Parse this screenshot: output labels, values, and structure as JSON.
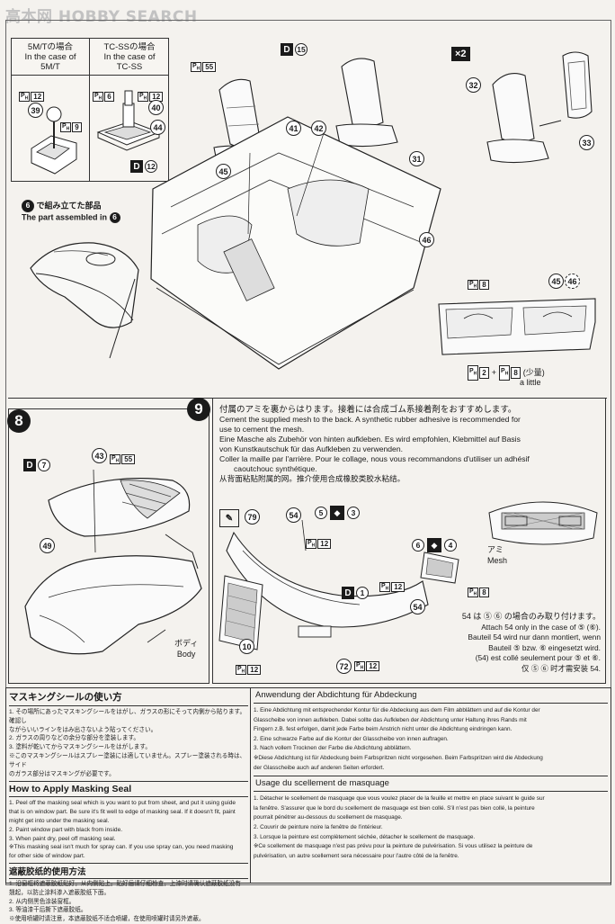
{
  "watermark": "高本网 HOBBY SEARCH",
  "transmission_table": {
    "col1_ja": "5M/Tの場合",
    "col1_en_line1": "In the case of",
    "col1_en_line2": "5M/T",
    "col2_ja": "TC-SSの場合",
    "col2_en_line1": "In the case of",
    "col2_en_line2": "TC-SS",
    "part_39": "39",
    "ph_12_a": "12",
    "ph_9": "9",
    "ph_6": "6",
    "ph_12_b": "12",
    "part_40": "40",
    "part_44": "44",
    "d_tag": "D",
    "d_12": "12"
  },
  "top_section": {
    "part_assembled_ja": "で組み立てた部品",
    "part_assembled_en": "The part assembled in",
    "step_ref": "6",
    "d_tag": "D",
    "d_15": "15",
    "ph_55": "55",
    "part_41": "41",
    "part_42": "42",
    "part_45": "45",
    "part_31": "31",
    "part_46": "46",
    "x2": "×2",
    "part_32": "32",
    "part_33": "33",
    "ph_8": "8",
    "part_45_46_a": "45",
    "part_45_46_b": "46",
    "ph_2": "2",
    "ph_8_b": "8",
    "little_ja": "(少量)",
    "little_en": "a little"
  },
  "step8": {
    "number": "8",
    "d_tag": "D",
    "d_7": "7",
    "part_43": "43",
    "ph_55": "55",
    "part_49": "49",
    "body_ja": "ボディ",
    "body_en": "Body"
  },
  "step9": {
    "number": "9",
    "lines": [
      "付属のアミを裏からはります。接着には合成ゴム系接着剤をおすすめします。",
      "Cement the supplied mesh to the back.  A synthetic rubber adhesive is recommended for",
      "use to cement the mesh.",
      "Eine Masche als Zubehör von hinten aufkleben.  Es wird empfohlen, Klebmittel auf Basis",
      "von Kunstkautschuk für das Aufkleben zu verwenden.",
      "Coller la maille par l'arrière.  Pour le collage, nous vous recommandons d'utiliser un adhésif",
      "caoutchouc synthétique.",
      "从背面粘贴附属的网。推介使用合成橡胶类胶水粘结。"
    ],
    "part_79": "79",
    "part_54": "54",
    "ph_12": "12",
    "part_5": "5",
    "step_3": "3",
    "part_6": "6",
    "step_4": "4",
    "mesh_ja": "アミ",
    "mesh_en": "Mesh",
    "ph_12_b": "12",
    "ph_8": "8",
    "part_54_b": "54",
    "d_tag": "D",
    "d_1": "1",
    "part_10": "10",
    "ph_12_c": "12",
    "part_72": "72",
    "ph_12_d": "12",
    "attach_lines": [
      "54 は ⑤ ⑥ の場合のみ取り付けます。",
      "Attach 54 only in the case of ⑤ (⑥).",
      "Bauteil 54 wird nur dann montiert, wenn",
      "Bauteil ⑤ bzw. ⑥ eingesetzt wird.",
      "(54) est collé seulement pour ⑤ et ⑥.",
      "仅 ⑤ ⑥ 时才需安装 54."
    ]
  },
  "masking_left": {
    "title_ja": "マスキングシールの使い方",
    "ja_lines": [
      "1. その場所にあったマスキングシールをはがし、ガラスの形にそって内側から貼ります。確認し",
      "   ながらいいラインをはみ出さないよう貼ってください。",
      "2. ガラスの周りなどの余分な部分を塗装します。",
      "3. 塗料が乾いてからマスキングシールをはがします。",
      "※このマスキングシールはスプレー塗装には適していません。スプレー塗装される時は、サイド",
      "  のガラス部分はマスキングが必要です。"
    ],
    "title_en": "How to Apply Masking Seal",
    "en_lines": [
      "1. Peel off the masking seal which is you want to put from sheet, and put it using guide",
      "   that is on window part. Be sure it's fit well to edge of masking seal. If it doesn't fit, paint",
      "   might get into under the masking seal.",
      "2. Paint window part with black from inside.",
      "3. When paint dry, peel off masking seal.",
      "※This masking seal isn't much for spray can. If you use spray can, you need masking",
      "  for other side of window part."
    ],
    "title_zh": "遮蔽胶纸的使用方法",
    "zh_lines": [
      "1. 沿窗框将遮蔽胶纸贴好，从内侧贴上。贴好后请仔细检查，上漆时请确认遮蔽胶纸没有",
      "   翘起，以防止涂料渗入遮蔽胶纸下面。",
      "2. 从内侧黑色涂装窗框。",
      "3. 等油漆干后撕下遮蔽胶纸。",
      "※使用喷罐时请注意，本遮蔽胶纸不适合喷罐，在使用喷罐时请另外遮蔽。"
    ]
  },
  "masking_right": {
    "title_de": "Anwendung der Abdichtung für Abdeckung",
    "de_lines": [
      "1. Eine Abdichtung mit entsprechender Kontur für die Abdeckung aus dem Film abblättern und auf die Kontur der",
      "   Glasscheibe von innen aufkleben. Dabei sollte das Aufkleben der Abdichtung unter Haltung ihres Rands mit",
      "   Fingern z.B. fest erfolgen, damit jede Farbe beim Anstrich nicht unter die Abdichtung eindringen kann.",
      "2. Eine schwarze Farbe auf die Kontur der Glasscheibe von innen auftragen.",
      "3. Nach vollem Trocknen der Farbe die Abdichtung abblättern.",
      "※Diese Abdichtung ist für Abdeckung beim Farbspritzen nicht vorgesehen. Beim Farbspritzen wird die Abdeckung",
      "  der Glasscheibe auch auf anderen Seiten erfordert."
    ],
    "title_fr": "Usage du scellement de masquage",
    "fr_lines": [
      "1. Détacher le scellement de masquage que vous voulez placer de la feuille et mettre en place suivant le guide sur",
      "   la fenêtre. S'assurer que le bord du scellement de masquage est bien collé. S'il n'est pas bien collé, la peinture",
      "   pourrait pénétrer au-dessous du scellement de masquage.",
      "2. Couvrir de peinture noire la fenêtre de l'intérieur.",
      "3. Lorsque la peinture est complètement séchée, détacher le scellement de masquage.",
      "※Ce scellement de masquage n'est pas prévu pour la peinture de pulvérisation.  Si vous utilisez la peinture de",
      "  pulvérisation, un autre scellement sera nécessaire pour l'autre côté de la fenêtre."
    ]
  }
}
